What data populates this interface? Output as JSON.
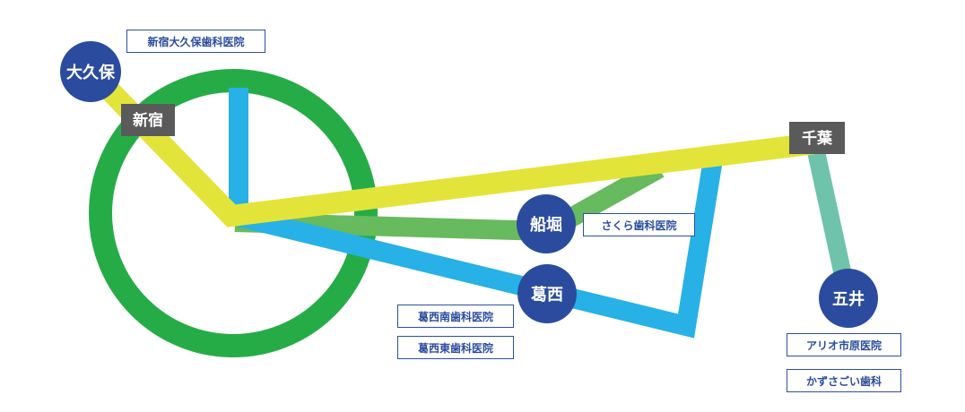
{
  "colors": {
    "yellow_line": "#e3e43a",
    "blue_line": "#27b1e6",
    "green_line": "#67ba5e",
    "teal_line": "#6fc3aa",
    "ring": "#26ac47",
    "station_circle": "#2b4c9e",
    "station_square": "#5a5a5a",
    "clinic_text": "#2b4c9e"
  },
  "stations": {
    "okubo": "大久保",
    "shinjuku": "新宿",
    "chiba": "千葉",
    "funabori": "船堀",
    "kasai": "葛西",
    "goi": "五井"
  },
  "clinics": {
    "shinjuku_okubo": "新宿大久保歯科医院",
    "sakura": "さくら歯科医院",
    "kasai_minami": "葛西南歯科医院",
    "kasai_higashi": "葛西東歯科医院",
    "ario_ichihara": "アリオ市原医院",
    "kazusa_goi": "かずさごい歯科"
  }
}
